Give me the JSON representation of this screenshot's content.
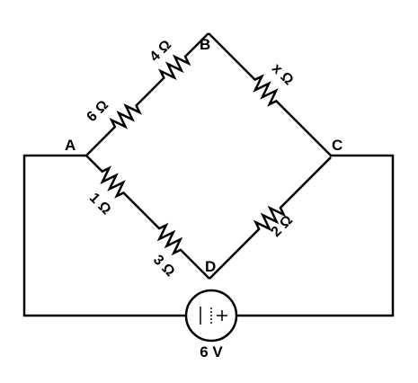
{
  "nodes": {
    "A": "A",
    "B": "B",
    "C": "C",
    "D": "D"
  },
  "resistors": {
    "r_a_upper": "6 Ω",
    "r_b_upper": "4 Ω",
    "r_b_c": "x Ω",
    "r_a_lower": "1 Ω",
    "r_d_lower": "3 Ω",
    "r_c_d": "2 Ω"
  },
  "source": {
    "voltage": "6 V"
  }
}
